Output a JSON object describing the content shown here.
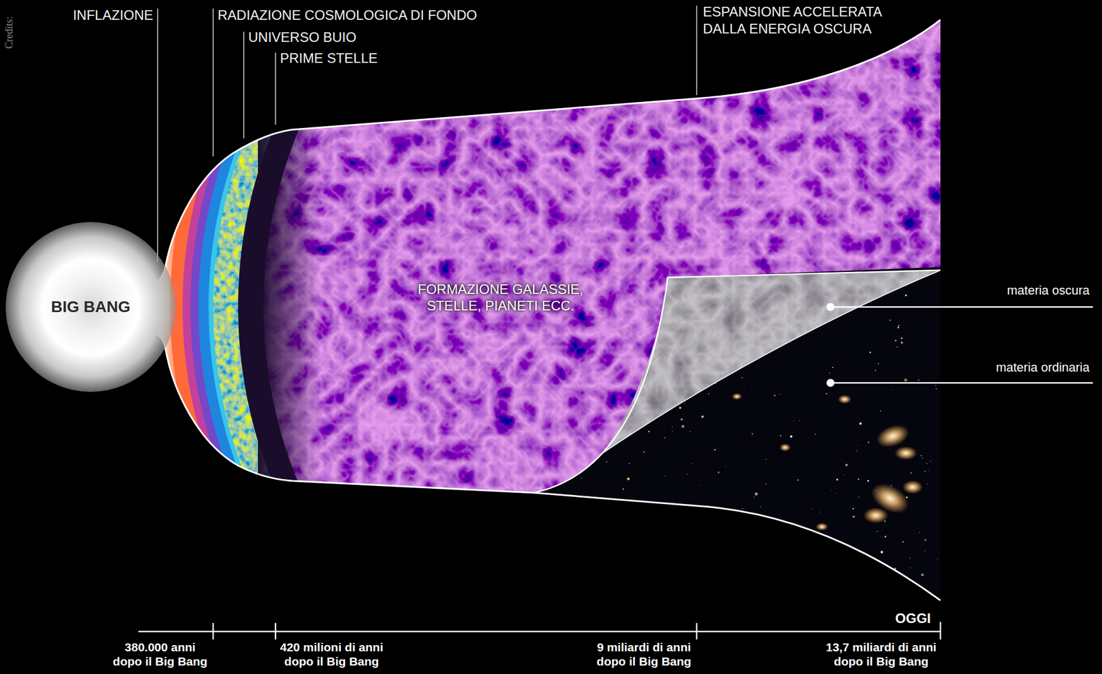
{
  "diagram": {
    "nodes": [
      {
        "text": [
          "BIG BANG"
        ]
      }
    ],
    "labels": [
      "Credits:",
      "INFLAZIONE",
      "RADIAZIONE COSMOLOGICA DI FONDO",
      "UNIVERSO BUIO",
      "PRIME STELLE",
      "ESPANSIONE ACCELERATA DALLA ENERGIA OSCURA",
      "FORMAZIONE GALASSIE, STELLE, PIANETI ECC.",
      "materia oscura",
      "materia ordinaria",
      "OGGI",
      "380.000 anni dopo il Big Bang",
      "420 milioni di anni dopo il Big Bang",
      "9 miliardi di anni dopo il Big Bang",
      "13,7 miliardi di anni dopo il Big Bang"
    ]
  }
}
